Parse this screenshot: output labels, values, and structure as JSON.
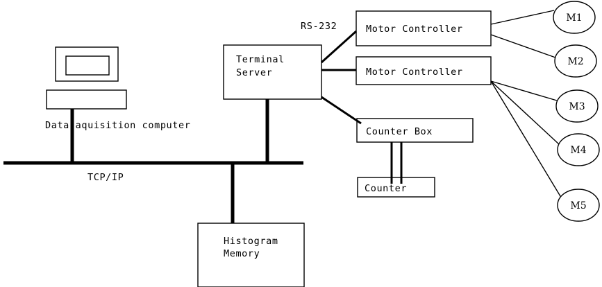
{
  "diagram": {
    "title": "Data acquisition system block diagram",
    "colors": {
      "stroke": "#000000",
      "background": "#ffffff"
    },
    "nodes": {
      "monitor": {
        "name": "monitor",
        "label": ""
      },
      "keyboard": {
        "name": "keyboard",
        "label": ""
      },
      "computer_caption": {
        "label": "Data aquisition computer"
      },
      "terminal_server": {
        "label_line1": "Terminal",
        "label_line2": "Server"
      },
      "motor_controller_1": {
        "label": "Motor Controller"
      },
      "motor_controller_2": {
        "label": "Motor Controller"
      },
      "counter_box": {
        "label": "Counter Box"
      },
      "counter": {
        "label": "Counter"
      },
      "histogram_memory": {
        "label_line1": "Histogram",
        "label_line2": "Memory"
      },
      "motors": [
        {
          "label": "M1"
        },
        {
          "label": "M2"
        },
        {
          "label": "M3"
        },
        {
          "label": "M4"
        },
        {
          "label": "M5"
        }
      ]
    },
    "connections": {
      "bus_label": "TCP/IP",
      "serial_label": "RS-232"
    }
  }
}
